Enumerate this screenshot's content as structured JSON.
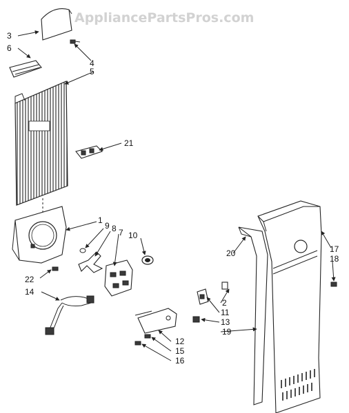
{
  "watermark": "AppliancePartsPros.com",
  "callouts": {
    "c1": "1",
    "c2": "2",
    "c3": "3",
    "c4": "4",
    "c5": "5",
    "c6": "6",
    "c7": "7",
    "c8": "8",
    "c9": "9",
    "c10": "10",
    "c11": "11",
    "c12": "12",
    "c13": "13",
    "c14": "14",
    "c15": "15",
    "c16": "16",
    "c17": "17",
    "c18": "18",
    "c19": "19",
    "c20": "20",
    "c21": "21",
    "c22": "22"
  },
  "colors": {
    "line": "#222222",
    "watermark": "#d2d2d2",
    "background": "#ffffff"
  }
}
